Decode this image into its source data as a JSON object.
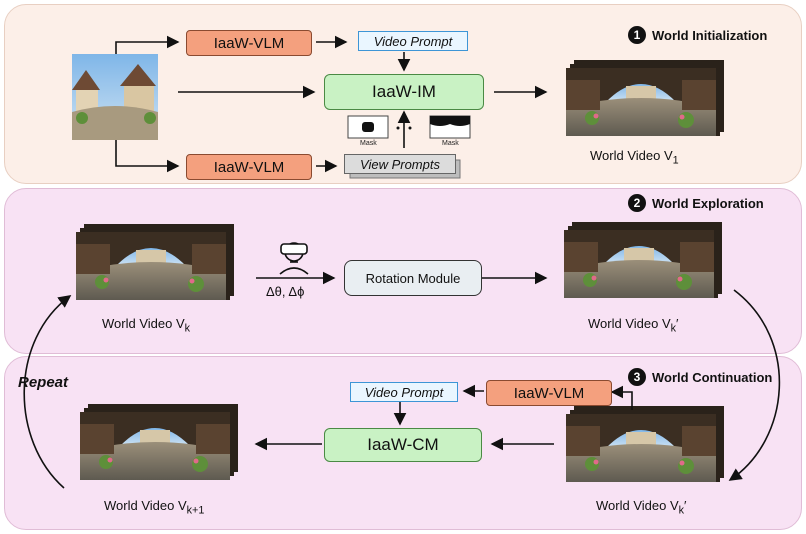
{
  "stages": [
    {
      "number": "1",
      "title": "World Initialization"
    },
    {
      "number": "2",
      "title": "World Exploration"
    },
    {
      "number": "3",
      "title": "World Continuation"
    }
  ],
  "initialization": {
    "vlm_top": "IaaW-VLM",
    "vlm_bottom": "IaaW-VLM",
    "video_prompt": "Video Prompt",
    "view_prompts": "View Prompts",
    "model": "IaaW-IM",
    "mask_left": "Mask",
    "mask_right": "Mask",
    "output_caption": "World Video V",
    "output_sub": "1"
  },
  "exploration": {
    "input_caption": "World Video V",
    "input_sub": "k",
    "control_label": "Δθ, Δϕ",
    "module": "Rotation Module",
    "output_caption": "World Video V",
    "output_sub": "k",
    "output_prime": "′"
  },
  "continuation": {
    "vlm": "IaaW-VLM",
    "video_prompt": "Video Prompt",
    "model": "IaaW-CM",
    "input_caption": "World Video V",
    "input_sub": "k",
    "input_prime": "′",
    "output_caption": "World Video V",
    "output_sub": "k+1",
    "repeat": "Repeat"
  },
  "colors": {
    "vlm_fill": "#f4a07e",
    "model_fill": "#c9f2c4",
    "prompt_border": "#3d95d6",
    "panel1_bg": "#fcefe8",
    "panel2_bg": "#f8e2f4"
  }
}
